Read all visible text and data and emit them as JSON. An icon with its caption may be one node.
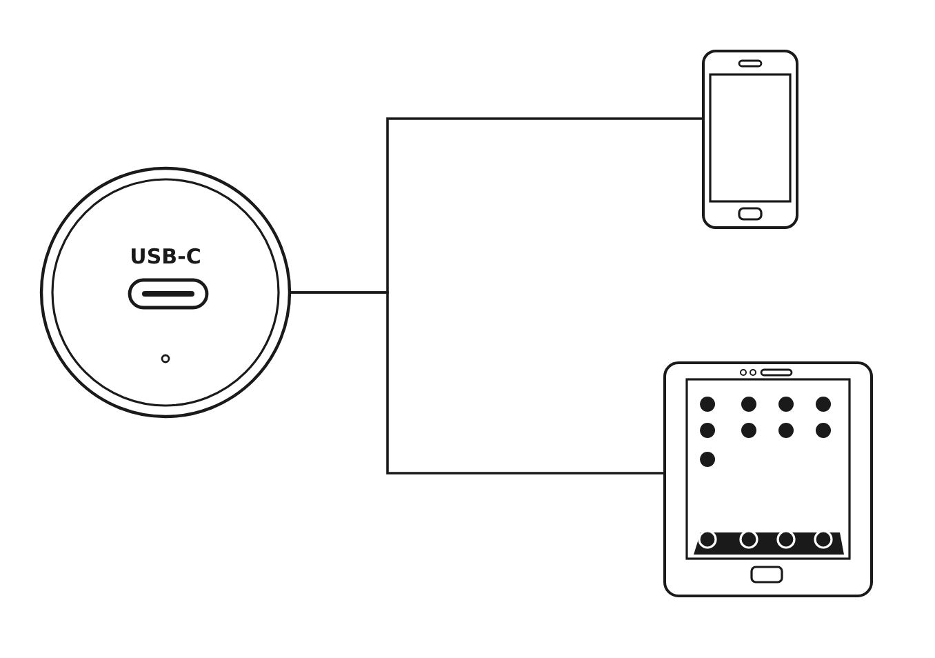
{
  "diagram": {
    "nodes": [
      {
        "text": [
          "USB-C"
        ]
      },
      {
        "text": [],
        "shape": "picture"
      },
      {
        "text": [],
        "shape": "picture"
      }
    ],
    "edges": [
      {
        "from": 0,
        "to": 1,
        "arrow": "none"
      },
      {
        "from": 0,
        "to": 2,
        "arrow": "none"
      }
    ]
  }
}
